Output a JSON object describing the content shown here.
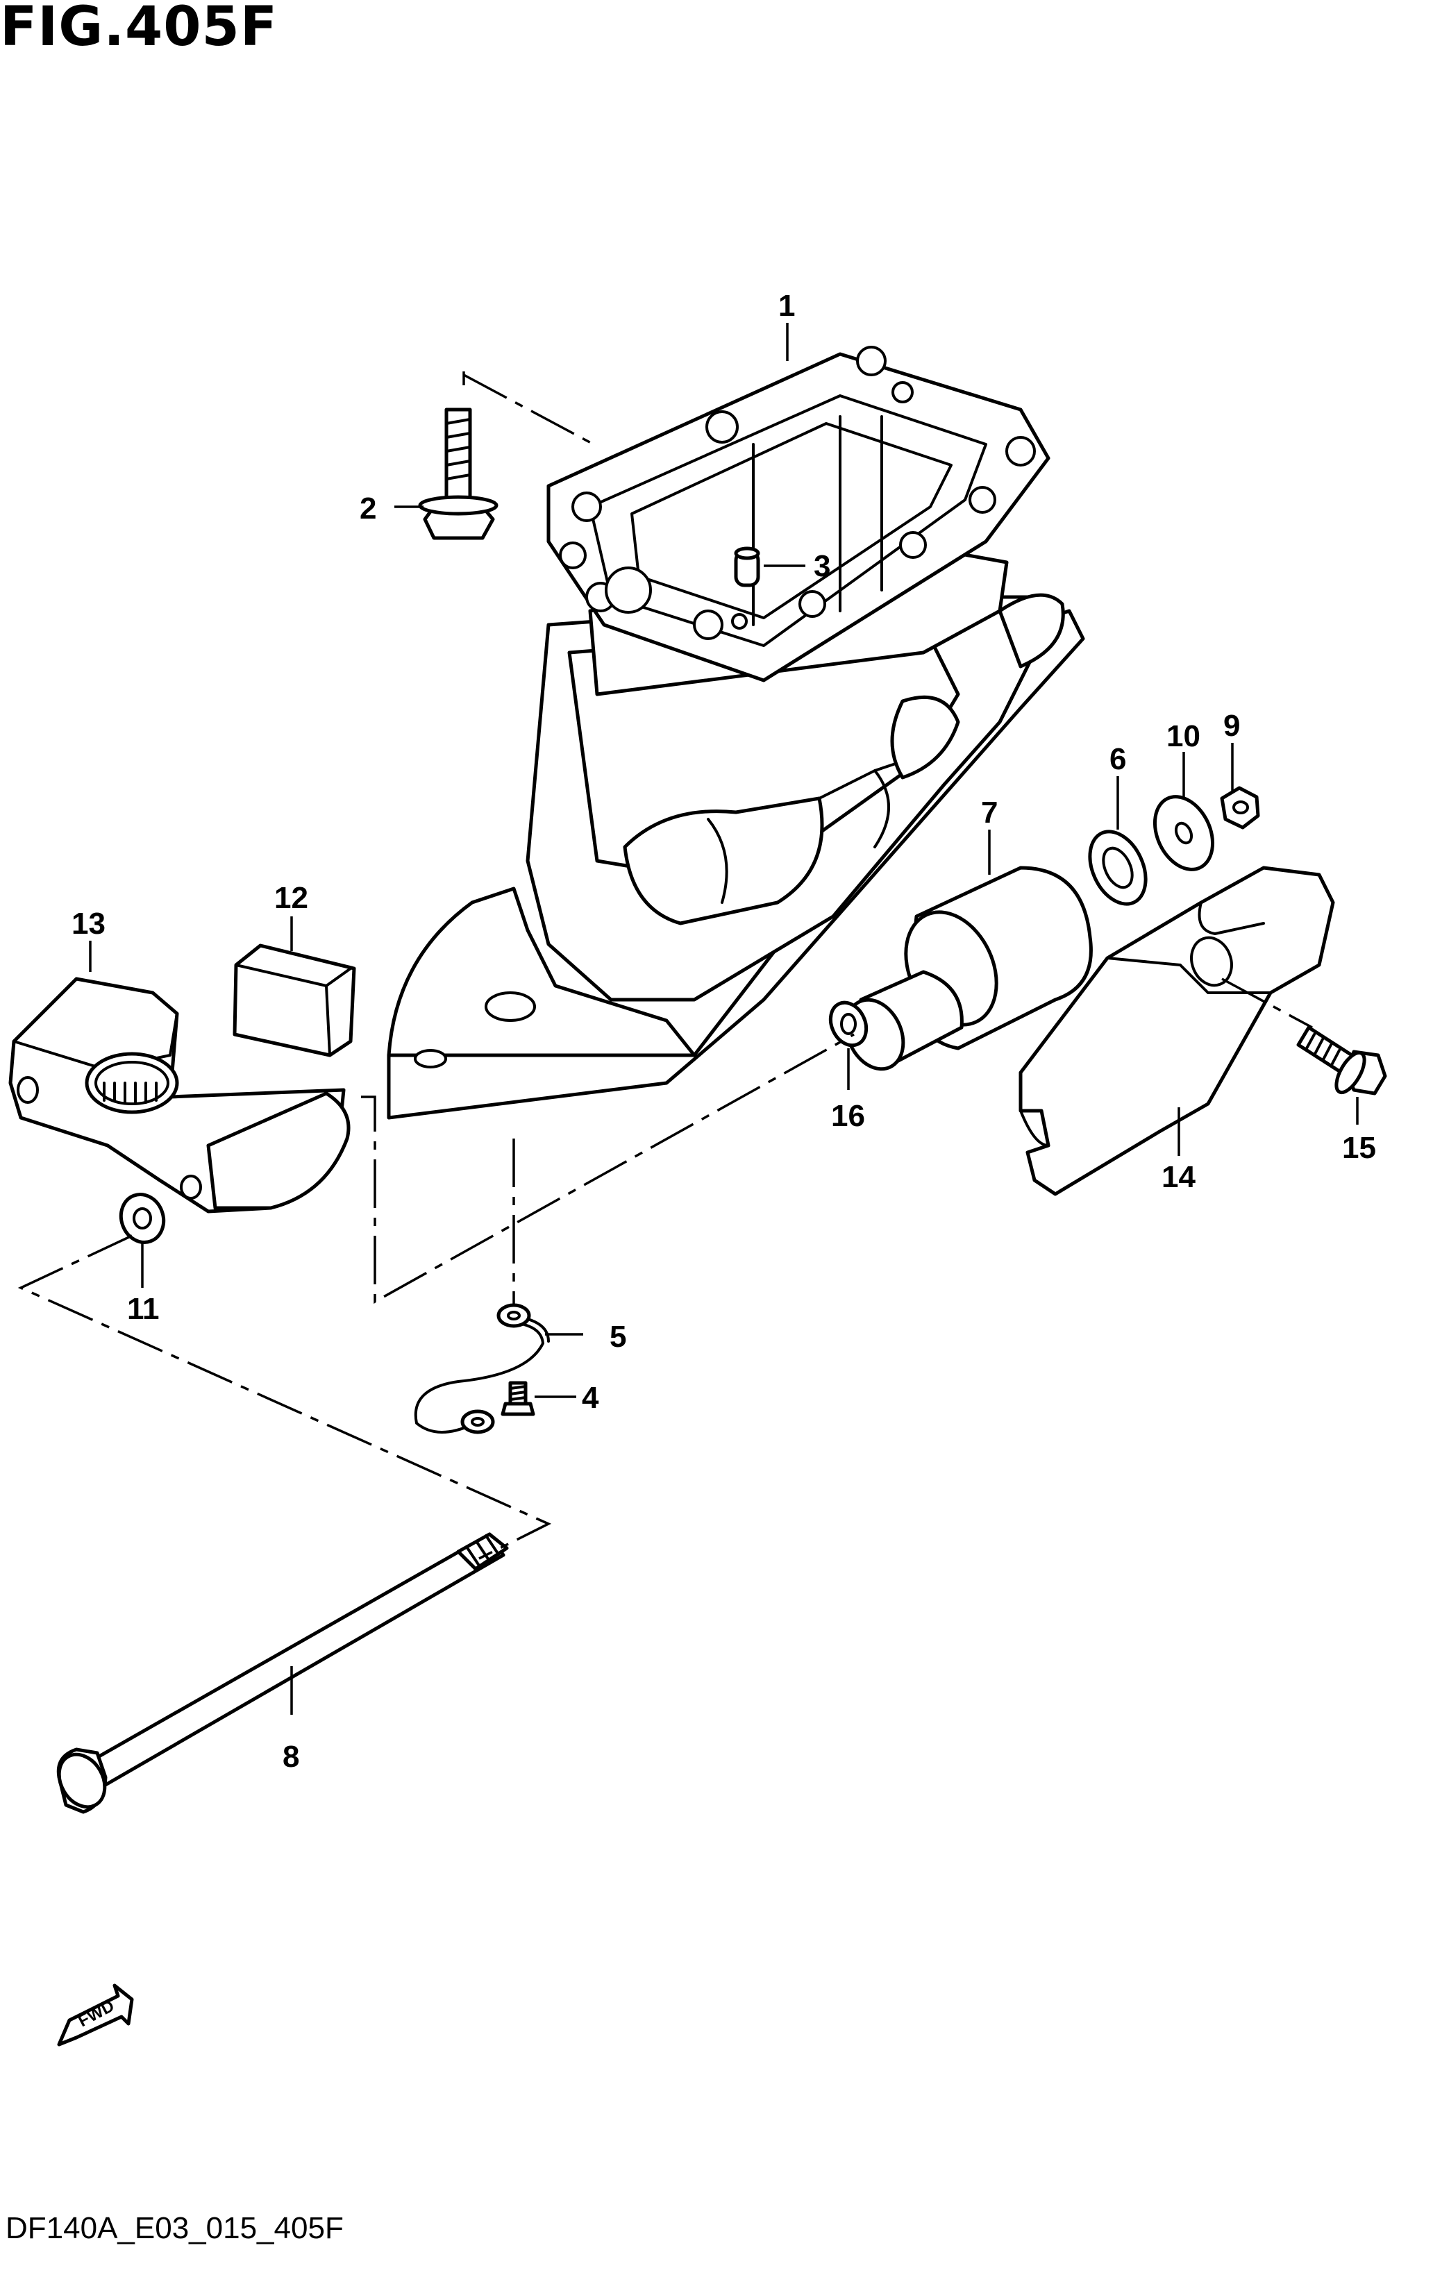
{
  "figure": {
    "title": "FIG.405F",
    "footer_code": "DF140A_E03_015_405F",
    "fwd_label": "FWD"
  },
  "callouts": [
    {
      "id": "1",
      "label": "1"
    },
    {
      "id": "2",
      "label": "2"
    },
    {
      "id": "3",
      "label": "3"
    },
    {
      "id": "4",
      "label": "4"
    },
    {
      "id": "5",
      "label": "5"
    },
    {
      "id": "6",
      "label": "6"
    },
    {
      "id": "7",
      "label": "7"
    },
    {
      "id": "8",
      "label": "8"
    },
    {
      "id": "9",
      "label": "9"
    },
    {
      "id": "10",
      "label": "10"
    },
    {
      "id": "11",
      "label": "11"
    },
    {
      "id": "12",
      "label": "12"
    },
    {
      "id": "13",
      "label": "13"
    },
    {
      "id": "14",
      "label": "14"
    },
    {
      "id": "15",
      "label": "15"
    },
    {
      "id": "16",
      "label": "16"
    }
  ]
}
